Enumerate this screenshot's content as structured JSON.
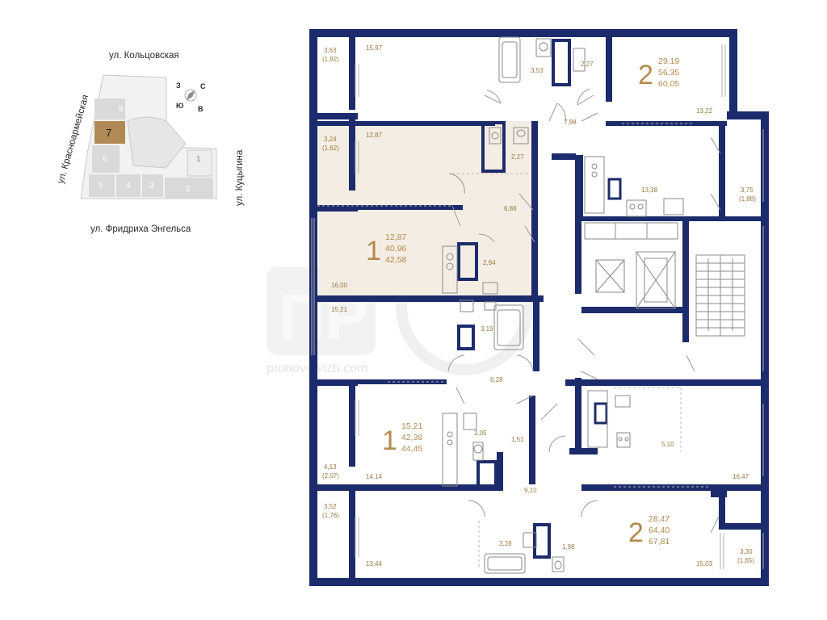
{
  "colors": {
    "wall": "#1c2b6b",
    "accent": "#b38b4d",
    "highlight_fill": "#f3ebe0",
    "site_block": "#d9d9d9",
    "site_selected": "#b08a54"
  },
  "site_map": {
    "street_top": "ул. Кольцовская",
    "street_left": "ул. Красноармейская",
    "street_right": "ул. Куцыгина",
    "street_bottom": "ул. Фридриха Энгельса",
    "compass": {
      "n": "С",
      "s": "Ю",
      "e": "В",
      "w": "З"
    },
    "blocks": [
      "8",
      "7",
      "6",
      "5",
      "4",
      "3",
      "2",
      "1"
    ],
    "selected_block": "7"
  },
  "apartments": {
    "a2_top": {
      "rooms": "2",
      "living": "29,19",
      "total": "56,35",
      "total_with_balcony": "60,05"
    },
    "a1_upper": {
      "rooms": "1",
      "living": "12,87",
      "total": "40,96",
      "total_with_balcony": "42,58"
    },
    "a1_lower": {
      "rooms": "1",
      "living": "15,21",
      "total": "42,38",
      "total_with_balcony": "44,45"
    },
    "a2_bottom": {
      "rooms": "2",
      "living": "28,47",
      "total": "64,40",
      "total_with_balcony": "67,81"
    }
  },
  "room_labels": {
    "r_15_97": "15,97",
    "r_3_63": "3,63",
    "r_1_82": "(1,82)",
    "r_3_53": "3,53",
    "r_2_27a": "2,27",
    "r_13_22": "13,22",
    "r_7_98": "7,98",
    "r_3_24": "3,24",
    "r_1_62": "(1,62)",
    "r_12_87": "12,87",
    "r_2_27b": "2,27",
    "r_6_88": "6,88",
    "r_13_38": "13,38",
    "r_3_75": "3,75",
    "r_1_88": "(1,88)",
    "r_2_94": "2,94",
    "r_16_00": "16,00",
    "r_15_21": "15,21",
    "r_3_19": "3,19",
    "r_6_28": "6,28",
    "r_2_05": "2,05",
    "r_1_51": "1,51",
    "r_4_13": "4,13",
    "r_2_07": "(2,07)",
    "r_14_14": "14,14",
    "r_5_10": "5,10",
    "r_16_47": "16,47",
    "r_9_10": "9,10",
    "r_3_52": "3,52",
    "r_1_76": "(1,76)",
    "r_13_44": "13,44",
    "r_3_28": "3,28",
    "r_1_98": "1,98",
    "r_15_03": "15,03",
    "r_3_30": "3,30",
    "r_1_65": "(1,65)"
  },
  "watermark": {
    "logo": "ПР",
    "url": "pronovo.vizh.com"
  }
}
